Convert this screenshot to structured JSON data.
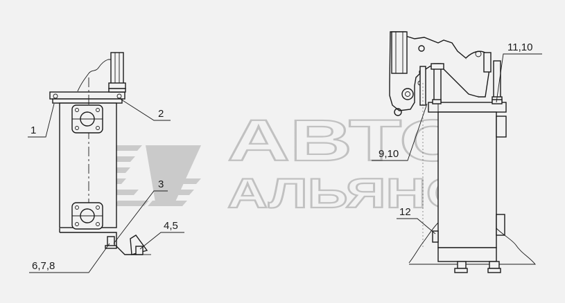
{
  "watermark": {
    "line1": "АВТО",
    "line2": "АЛЬЯНС"
  },
  "callouts": {
    "c1": "1",
    "c2": "2",
    "c3": "3",
    "c45": "4,5",
    "c678": "6,7,8",
    "c910": "9,10",
    "c1110": "11,10",
    "c12": "12"
  },
  "colors": {
    "line": "#1a1a1a",
    "background": "#f2f2f2",
    "watermark": "#b9b9b9"
  }
}
